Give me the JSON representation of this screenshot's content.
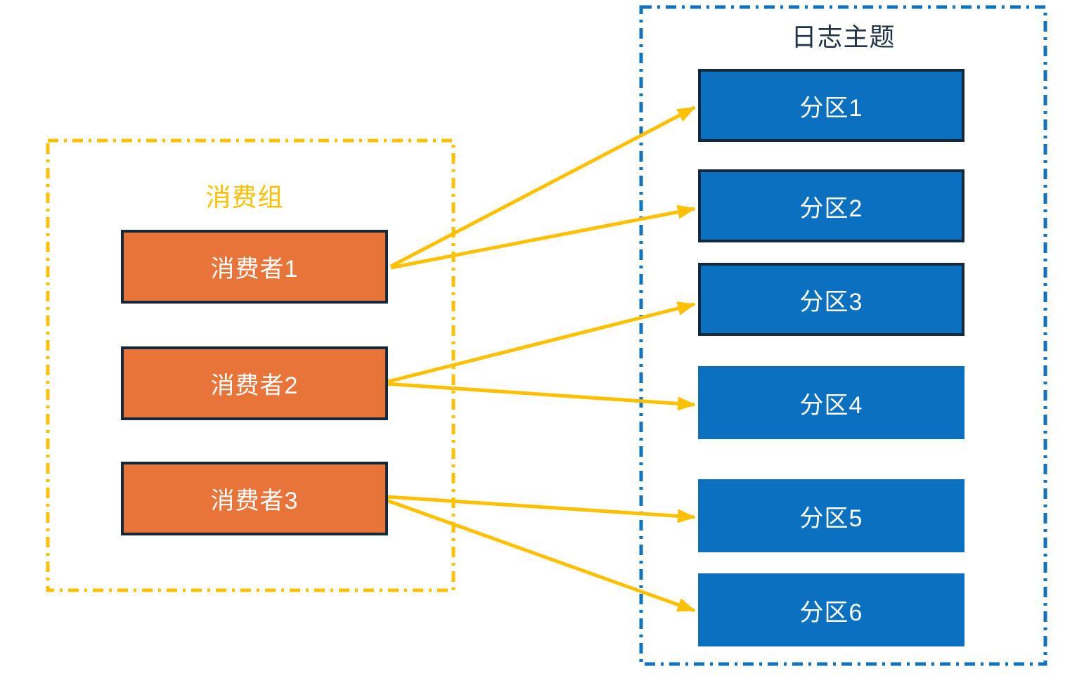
{
  "consumer_group": {
    "title": "消费组",
    "consumers": [
      {
        "label": "消费者1"
      },
      {
        "label": "消费者2"
      },
      {
        "label": "消费者3"
      }
    ]
  },
  "log_topic": {
    "title": "日志主题",
    "partitions": [
      {
        "label": "分区1",
        "bordered": true
      },
      {
        "label": "分区2",
        "bordered": true
      },
      {
        "label": "分区3",
        "bordered": true
      },
      {
        "label": "分区4",
        "bordered": false
      },
      {
        "label": "分区5",
        "bordered": false
      },
      {
        "label": "分区6",
        "bordered": false
      }
    ]
  },
  "assignments": [
    {
      "from": "消费者1",
      "to": "分区1"
    },
    {
      "from": "消费者1",
      "to": "分区2"
    },
    {
      "from": "消费者2",
      "to": "分区3"
    },
    {
      "from": "消费者2",
      "to": "分区4"
    },
    {
      "from": "消费者3",
      "to": "分区5"
    },
    {
      "from": "消费者3",
      "to": "分区6"
    }
  ],
  "colors": {
    "consumer_fill": "#E8743A",
    "partition_fill": "#0B70BF",
    "node_border": "#14293B",
    "consumer_group_border": "#FFC000",
    "log_topic_border": "#1172C0",
    "arrow": "#FFC000",
    "consumer_group_title_color": "#FFC000",
    "log_topic_title_color": "#203245",
    "node_text": "#FFFFFF"
  }
}
